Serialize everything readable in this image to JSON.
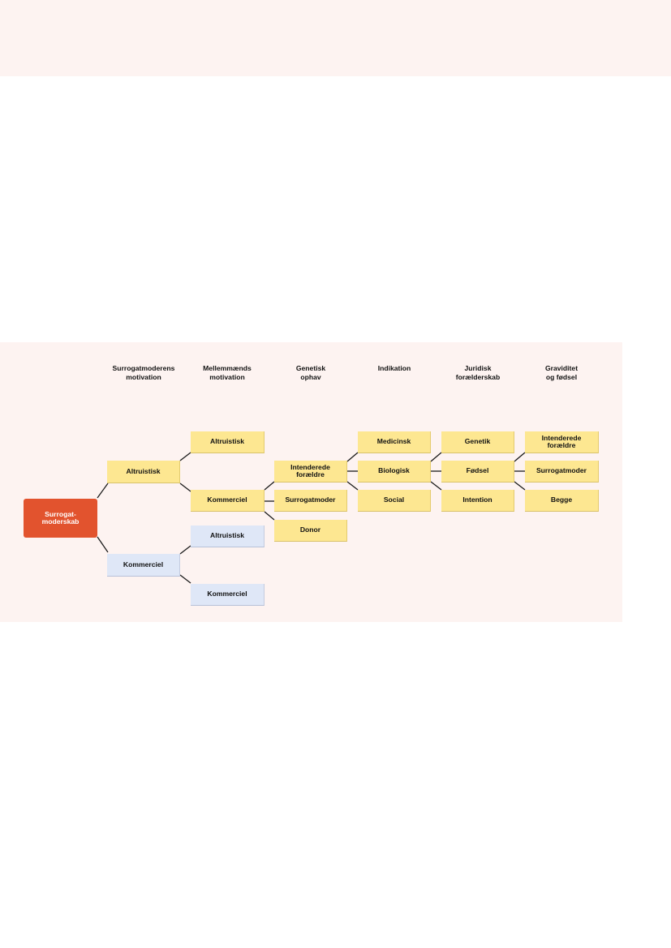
{
  "colors": {
    "panel_background": "#fdf3f1",
    "root_node": "#e2532e",
    "altruistic_branch_node": "#fde791",
    "commercial_branch_node": "#dfe7f7",
    "connector": "#1a1a1a"
  },
  "columns": [
    {
      "label": "Surrogatmoderens\nmotivation"
    },
    {
      "label": "Mellemmænds\nmotivation"
    },
    {
      "label": "Genetisk\nophav"
    },
    {
      "label": "Indikation"
    },
    {
      "label": "Juridisk\nforælderskab"
    },
    {
      "label": "Graviditet\nog fødsel"
    }
  ],
  "root": {
    "label": "Surrogat-\nmoderskab"
  },
  "motivation": {
    "altruistic": {
      "label": "Altruistisk"
    },
    "commercial": {
      "label": "Kommerciel"
    }
  },
  "intermediary": {
    "altruistic_altruistic": {
      "label": "Altruistisk"
    },
    "altruistic_commercial": {
      "label": "Kommerciel"
    },
    "commercial_altruistic": {
      "label": "Altruistisk"
    },
    "commercial_commercial": {
      "label": "Kommerciel"
    }
  },
  "genetic_origin": {
    "intended_parents": {
      "label": "Intenderede\nforældre"
    },
    "surrogate": {
      "label": "Surrogatmoder"
    },
    "donor": {
      "label": "Donor"
    }
  },
  "indication": {
    "medical": {
      "label": "Medicinsk"
    },
    "biological": {
      "label": "Biologisk"
    },
    "social": {
      "label": "Social"
    }
  },
  "legal_parenthood": {
    "genetics": {
      "label": "Genetik"
    },
    "birth": {
      "label": "Fødsel"
    },
    "intention": {
      "label": "Intention"
    }
  },
  "pregnancy_birth": {
    "intended_parents": {
      "label": "Intenderede\nforældre"
    },
    "surrogate": {
      "label": "Surrogatmoder"
    },
    "both": {
      "label": "Begge"
    }
  }
}
